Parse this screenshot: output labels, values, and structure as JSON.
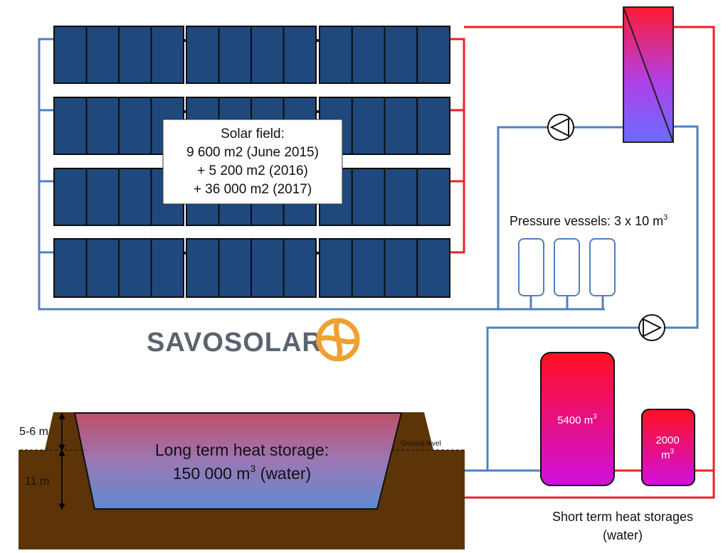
{
  "solar_field": {
    "title": "Solar field:",
    "line1": "9 600 m2 (June 2015)",
    "line2": "+ 5 200 m2 (2016)",
    "line3": "+ 36 000 m2 (2017)"
  },
  "pressure_vessels": {
    "label": "Pressure vessels: 3 x 10 m",
    "sup": "3"
  },
  "brand": {
    "name": "SAVOSOLAR"
  },
  "long_term_storage": {
    "line1": "Long term heat storage:",
    "line2_pre": "150 000 m",
    "line2_sup": "3",
    "line2_post": " (water)",
    "ground_label": "Ground level",
    "depth_above": "5-6 m",
    "depth_below": "11 m"
  },
  "short_term_storages": {
    "tank1_value": "5400 m",
    "tank1_sup": "3",
    "tank2_line1": "2000",
    "tank2_line2": "m",
    "tank2_sup": "3",
    "caption_line1": "Short term heat storages",
    "caption_line2": "(water)"
  },
  "colors": {
    "panel": "#1f497d",
    "hot_pipe": "#e8212b",
    "cold_pipe": "#4f81bd",
    "soil": "#5c3408",
    "logo_orange": "#f0a030",
    "logo_text": "#5a6470"
  }
}
